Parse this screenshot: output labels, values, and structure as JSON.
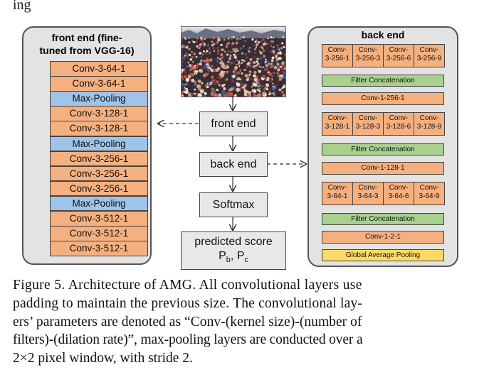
{
  "top_text": "ing",
  "front_end_panel": {
    "title_line1": "front end (fine-",
    "title_line2": "tuned from VGG-16)",
    "layers": [
      {
        "label": "Conv-3-64-1",
        "kind": "conv"
      },
      {
        "label": "Conv-3-64-1",
        "kind": "conv"
      },
      {
        "label": "Max-Pooling",
        "kind": "pool"
      },
      {
        "label": "Conv-3-128-1",
        "kind": "conv"
      },
      {
        "label": "Conv-3-128-1",
        "kind": "conv"
      },
      {
        "label": "Max-Pooling",
        "kind": "pool"
      },
      {
        "label": "Conv-3-256-1",
        "kind": "conv"
      },
      {
        "label": "Conv-3-256-1",
        "kind": "conv"
      },
      {
        "label": "Conv-3-256-1",
        "kind": "conv"
      },
      {
        "label": "Max-Pooling",
        "kind": "pool"
      },
      {
        "label": "Conv-3-512-1",
        "kind": "conv"
      },
      {
        "label": "Conv-3-512-1",
        "kind": "conv"
      },
      {
        "label": "Conv-3-512-1",
        "kind": "conv"
      }
    ]
  },
  "flow": {
    "front_end": "front end",
    "back_end": "back end",
    "softmax": "Softmax",
    "predicted_line1": "predicted score",
    "p_b_main": "P",
    "p_b_sub": "b",
    "sep": ", ",
    "p_c_main": "P",
    "p_c_sub": "c"
  },
  "back_end_panel": {
    "title": "back end",
    "row1": [
      {
        "l1": "Conv-",
        "l2": "3-256-1"
      },
      {
        "l1": "Conv-",
        "l2": "3-256-3"
      },
      {
        "l1": "Conv-",
        "l2": "3-256-6"
      },
      {
        "l1": "Conv-",
        "l2": "3-256-9"
      }
    ],
    "filter_concat_1": "Filter Concatenation",
    "conv_1_256_1": "Conv-1-256-1",
    "row2": [
      {
        "l1": "Conv-",
        "l2": "3-128-1"
      },
      {
        "l1": "Conv-",
        "l2": "3-128-3"
      },
      {
        "l1": "Conv-",
        "l2": "3-128-6"
      },
      {
        "l1": "Conv-",
        "l2": "3-128-9"
      }
    ],
    "filter_concat_2": "Filter Concatenation",
    "conv_1_128_1": "Conv-1-128-1",
    "row3": [
      {
        "l1": "Conv-",
        "l2": "3-64-1"
      },
      {
        "l1": "Conv-",
        "l2": "3-64-3"
      },
      {
        "l1": "Conv-",
        "l2": "3-64-6"
      },
      {
        "l1": "Conv-",
        "l2": "3-64-9"
      }
    ],
    "filter_concat_3": "Filter Concatenation",
    "conv_1_2_1": "Conv-1-2-1",
    "gap": "Global Average Pooling"
  },
  "caption_lines": [
    "Figure 5. Architecture of AMG. All convolutional layers use",
    "padding to maintain the previous size.  The convolutional lay-",
    "ers’ parameters are denoted as “Conv-(kernel size)-(number of",
    "filters)-(dilation rate)”, max-pooling layers are conducted over a",
    "2×2 pixel window, with stride 2."
  ],
  "colors": {
    "conv": "#f5b07f",
    "pool": "#9fc4ea",
    "filter_concat": "#a9d18e",
    "global_pool": "#ffd966",
    "panel_bg": "#e3e3e3"
  }
}
